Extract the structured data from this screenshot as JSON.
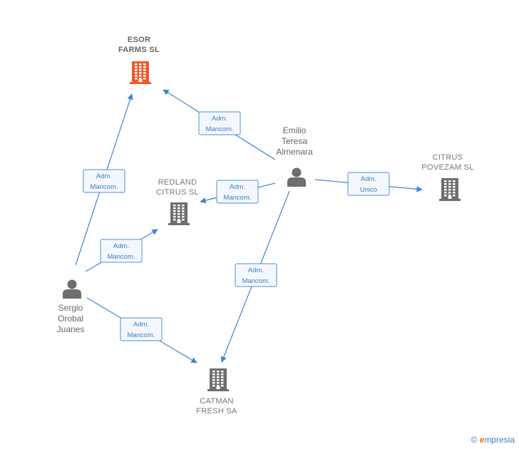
{
  "nodes": {
    "esor": {
      "label": [
        "ESOR",
        "FARMS  SL"
      ],
      "type": "company",
      "highlight": true
    },
    "redland": {
      "label": [
        "REDLAND",
        "CITRUS  SL"
      ],
      "type": "company"
    },
    "citrus_povezam": {
      "label": [
        "CITRUS",
        "POVEZAM SL"
      ],
      "type": "company"
    },
    "catman": {
      "label": [
        "CATMAN",
        "FRESH SA"
      ],
      "type": "company"
    },
    "emilio": {
      "label": [
        "Emilio",
        "Teresa",
        "Almenara"
      ],
      "type": "person"
    },
    "sergio": {
      "label": [
        "Sergio",
        "Orobal",
        "Juanes"
      ],
      "type": "person"
    }
  },
  "edges": [
    {
      "from": "emilio",
      "to": "esor",
      "label": [
        "Adm.",
        "Mancom."
      ]
    },
    {
      "from": "emilio",
      "to": "redland",
      "label": [
        "Adm.",
        "Mancom."
      ]
    },
    {
      "from": "emilio",
      "to": "citrus_povezam",
      "label": [
        "Adm.",
        "Unico"
      ]
    },
    {
      "from": "emilio",
      "to": "catman",
      "label": [
        "Adm.",
        "Mancom."
      ]
    },
    {
      "from": "sergio",
      "to": "esor",
      "label": [
        "Adm.",
        "Mancom."
      ]
    },
    {
      "from": "sergio",
      "to": "redland",
      "label": [
        "Adm.",
        "Mancom."
      ]
    },
    {
      "from": "sergio",
      "to": "catman",
      "label": [
        "Adm.",
        "Mancom."
      ]
    }
  ],
  "colors": {
    "edge": "#3f86d2",
    "company": "#6e6e6e",
    "company_highlight": "#f05a28",
    "person": "#6e6e6e"
  },
  "footer": {
    "copyright": "©",
    "brand_initial": "e",
    "brand_rest": "mpresia"
  }
}
